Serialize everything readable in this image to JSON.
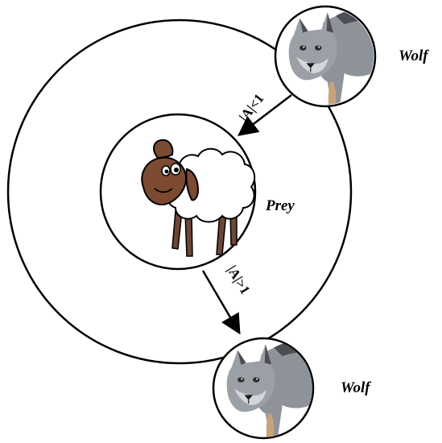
{
  "labels": {
    "wolf_top": "Wolf",
    "wolf_bottom": "Wolf",
    "prey": "Prey",
    "arrow_inward": "|A|<1",
    "arrow_outward": "|A|>1"
  },
  "colors": {
    "stroke": "#000000",
    "wolf_fur_dark": "#4a4f55",
    "wolf_fur_mid": "#8d9399",
    "wolf_fur_light": "#d4d7da",
    "wolf_tan": "#c9a27a",
    "sheep_wool": "#ffffff",
    "sheep_face": "#7b4a30",
    "sheep_legs": "#6e4632"
  },
  "icons": {
    "wolf": "wolf-icon",
    "sheep": "sheep-icon"
  }
}
